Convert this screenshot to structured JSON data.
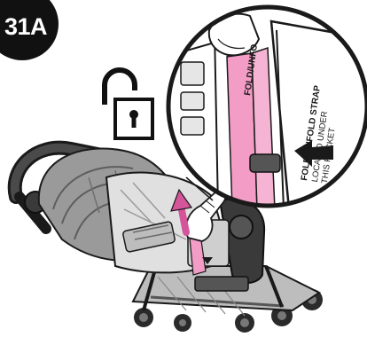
{
  "step": {
    "number_label": "31A"
  },
  "callout": {
    "strap_heading": "FOLD/UNFOLD STRAP",
    "strap_location_line1": "LOCATED UNDER",
    "strap_location_line2": "THIS POCKET",
    "strap_tag": "FOLD/UNFO"
  },
  "icons": {
    "unlock": "unlocked-padlock-icon",
    "arrow_up": "pink-arrow-up-icon",
    "arrow_left": "black-arrow-left-icon"
  },
  "colors": {
    "badge": "#111111",
    "strap_pink": "#f29cc6",
    "strap_pink_dark": "#d4559a",
    "line": "#1a1a1a",
    "stroller_gray": "#8c8c8c",
    "fabric_light": "#d6d6d6"
  }
}
